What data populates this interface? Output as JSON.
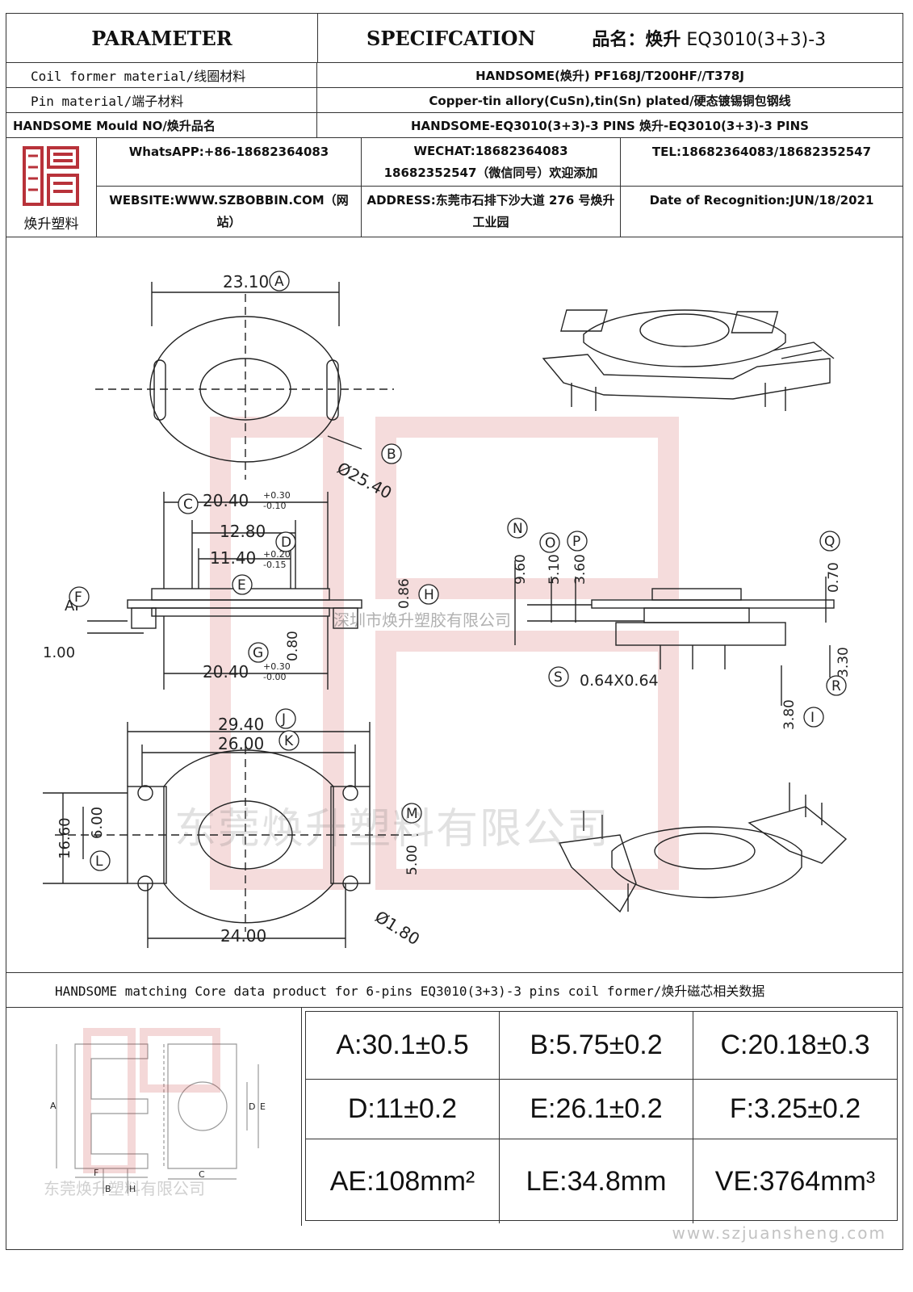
{
  "header": {
    "parameter": "PARAMETER",
    "specification": "SPECIFCATION",
    "product_label": "品名：",
    "brand": "焕升",
    "model": "EQ3010(3+3)-3"
  },
  "specs": [
    {
      "label": "Coil former material/线圈材料",
      "value": "HANDSOME(焕升)   PF168J/T200HF//T378J"
    },
    {
      "label": "Pin material/端子材料",
      "value": "Copper-tin allory(CuSn),tin(Sn) plated/硬态镀锡铜包钢线"
    },
    {
      "label": "HANDSOME Mould NO/焕升品名",
      "value": "HANDSOME-EQ3010(3+3)-3 PINS    焕升-EQ3010(3+3)-3 PINS"
    }
  ],
  "contact": {
    "logo_text": "焕升塑料",
    "whatsapp": "WhatsAPP:+86-18682364083",
    "wechat": "WECHAT:18682364083 18682352547（微信同号）欢迎添加",
    "tel": "TEL:18682364083/18682352547",
    "website": "WEBSITE:WWW.SZBOBBIN.COM（网站）",
    "address": "ADDRESS:东莞市石排下沙大道 276 号焕升工业园",
    "date": "Date of Recognition:JUN/18/2021"
  },
  "drawing": {
    "watermark_company": "东莞焕升塑料有限公司",
    "watermark_shenzhen": "深圳市焕升塑胶有限公司",
    "dims": {
      "A": "23.10",
      "B": "Ø25.40",
      "C": "20.40",
      "C_tol_hi": "+0.30",
      "C_tol_lo": "-0.10",
      "D": "12.80",
      "E": "11.40",
      "E_tol_hi": "+0.20",
      "E_tol_lo": "-0.15",
      "F": "AP",
      "F2": "1.00",
      "G": "20.40",
      "G_tol_hi": "+0.30",
      "G_tol_lo": "-0.00",
      "G2": "0.80",
      "H": "0.86",
      "J": "29.40",
      "K": "26.00",
      "L": "6.00",
      "L2": "16.60",
      "M": "5.00",
      "bottom": "24.00",
      "hole": "Ø1.80",
      "N": "9.60",
      "O": "5.10",
      "P": "3.60",
      "Q": "0.70",
      "R": "3.30",
      "S": "0.64X0.64",
      "I": "3.80"
    },
    "letters": [
      "A",
      "B",
      "C",
      "D",
      "E",
      "F",
      "G",
      "H",
      "J",
      "K",
      "L",
      "M",
      "N",
      "O",
      "P",
      "Q",
      "R",
      "S",
      "I"
    ]
  },
  "core": {
    "title": "HANDSOME matching Core data  product for 6-pins EQ3010(3+3)-3 pins coil former/焕升磁芯相关数据",
    "watermark": "东莞焕升塑料有限公司",
    "values": [
      {
        "text": "A:30.1±0.5"
      },
      {
        "text": "B:5.75±0.2"
      },
      {
        "text": "C:20.18±0.3"
      },
      {
        "text": "D:11±0.2"
      },
      {
        "text": "E:26.1±0.2"
      },
      {
        "text": "F:3.25±0.2"
      },
      {
        "text": "AE:108mm²"
      },
      {
        "text": "LE:34.8mm"
      },
      {
        "text": "VE:3764mm³"
      }
    ],
    "site": "www.szjuansheng.com"
  }
}
